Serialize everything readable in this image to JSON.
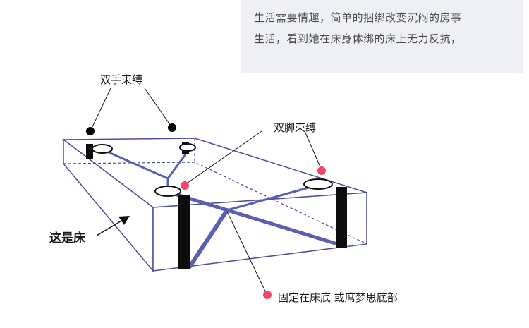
{
  "caption": {
    "line1": "生活需要情趣，简单的捆绑改变沉闷的房事",
    "line2": "生活，看到她在床身体绑的床上无力反抗，"
  },
  "labels": {
    "hands": "双手束缚",
    "feet": "双脚束缚",
    "bed": "这是床",
    "fixed": "固定在床底 或席梦思底部"
  },
  "colors": {
    "bed_outline": "#4a4f9c",
    "strap": "#5a5fb0",
    "post": "#0d0d0d",
    "marker_black": "#000000",
    "marker_red": "#f2476a"
  }
}
